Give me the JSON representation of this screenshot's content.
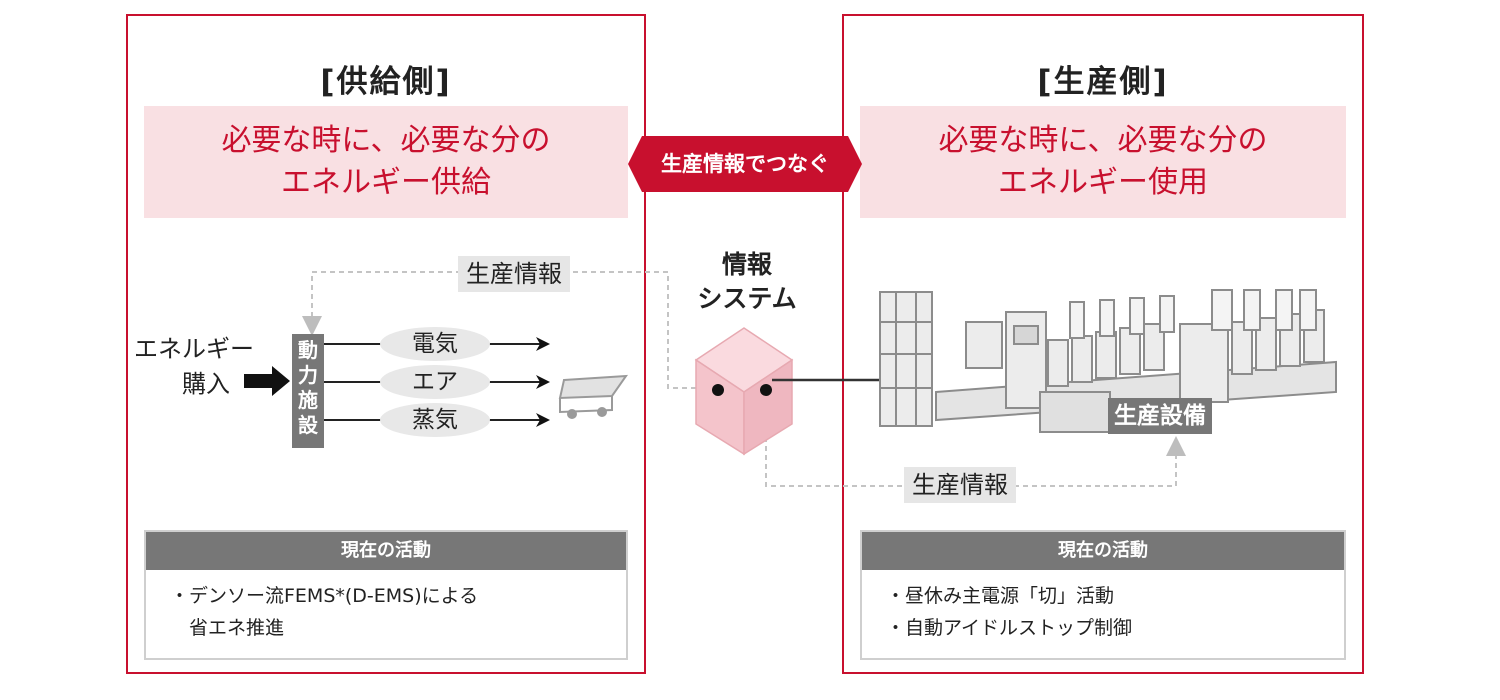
{
  "supply": {
    "title": "[供給側]",
    "headline": [
      "必要な時に、必要な分の",
      "エネルギー供給"
    ],
    "energy_purchase": [
      "エネルギー",
      "購入"
    ],
    "power_facility": [
      "動",
      "力",
      "施",
      "設"
    ],
    "utilities": [
      "電気",
      "エア",
      "蒸気"
    ],
    "activity_header": "現在の活動",
    "activities": [
      "・デンソー流FEMS*(D-EMS)による",
      "　省エネ推進"
    ]
  },
  "production": {
    "title": "[生産側]",
    "headline": [
      "必要な時に、必要な分の",
      "エネルギー使用"
    ],
    "equipment_label": "生産設備",
    "activity_header": "現在の活動",
    "activities": [
      "・昼休み主電源「切」活動",
      "・自動アイドルストップ制御"
    ]
  },
  "connector_label": "生産情報でつなぐ",
  "info_system": [
    "情報",
    "システム"
  ],
  "info_tag_top": "生産情報",
  "info_tag_bottom": "生産情報",
  "colors": {
    "accent": "#c8102e",
    "headline_bg": "#f9e0e3",
    "gray": "#777777",
    "cube": "#f4c4cb"
  }
}
